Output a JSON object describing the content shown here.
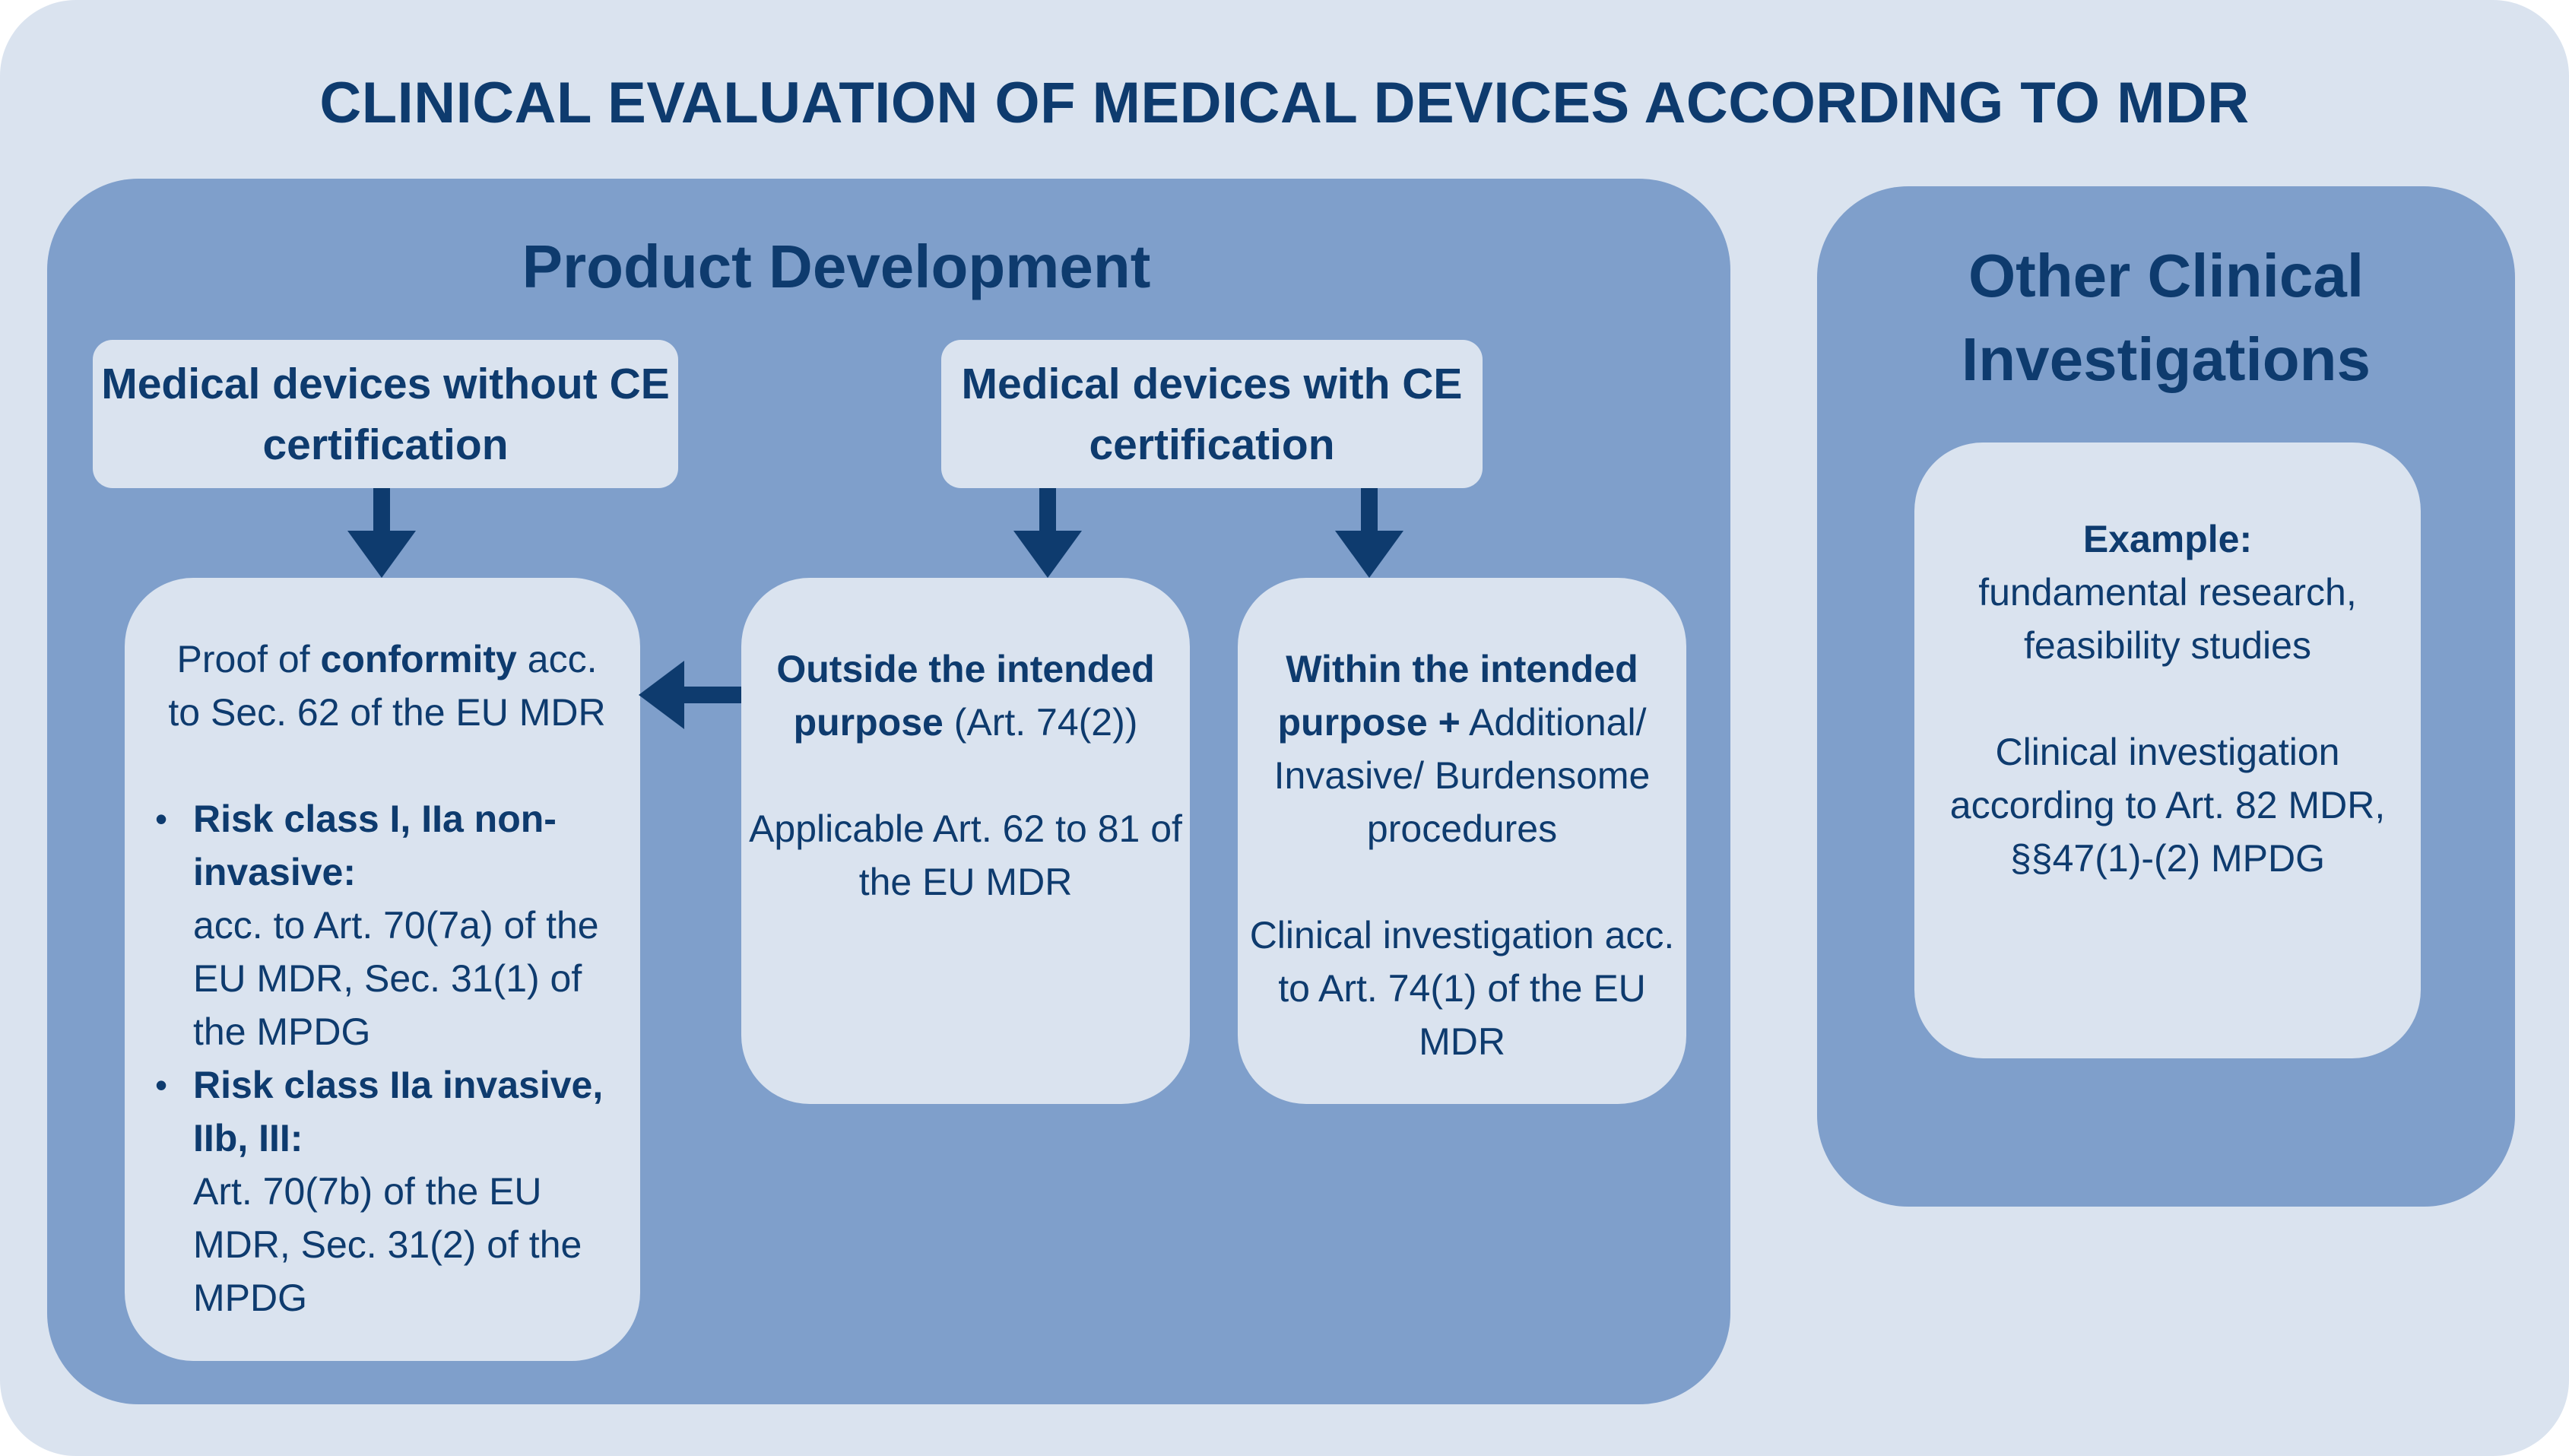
{
  "title": "CLINICAL EVALUATION OF MEDICAL DEVICES ACCORDING TO MDR",
  "product_development": {
    "title": "Product Development",
    "header_without_ce": "Medical devices without CE certification",
    "header_with_ce": "Medical devices with CE certification",
    "conformity": {
      "intro_pre": "Proof of ",
      "intro_bold": "conformity",
      "intro_post": " acc. to Sec. 62 of the EU MDR",
      "bullets": [
        {
          "title": "Risk class I, IIa non-invasive:",
          "text": "acc. to Art. 70(7a)  of the EU MDR, Sec. 31(1) of the MPDG"
        },
        {
          "title": "Risk class IIa invasive, IIb, III:",
          "text": "Art. 70(7b) of the EU MDR, Sec. 31(2) of the MPDG"
        }
      ]
    },
    "outside": {
      "title_bold": "Outside the intended purpose",
      "title_rest": " (Art. 74(2))",
      "text": "Applicable Art. 62 to 81 of the EU MDR"
    },
    "within": {
      "title_bold": "Within the intended purpose +",
      "title_rest": " Additional/ Invasive/ Burdensome procedures",
      "text": "Clinical investigation acc. to Art. 74(1) of the EU MDR"
    }
  },
  "other_clinical": {
    "title": "Other Clinical Investigations",
    "example_label": "Example:",
    "example_text": "fundamental research, feasibility studies",
    "text": "Clinical investigation according to Art. 82 MDR, §§47(1)-(2) MPDG"
  },
  "colors": {
    "background": "#dae3ef",
    "panel": "#7f9fcb",
    "text": "#0e3b6e",
    "arrow": "#0e3b6e"
  }
}
